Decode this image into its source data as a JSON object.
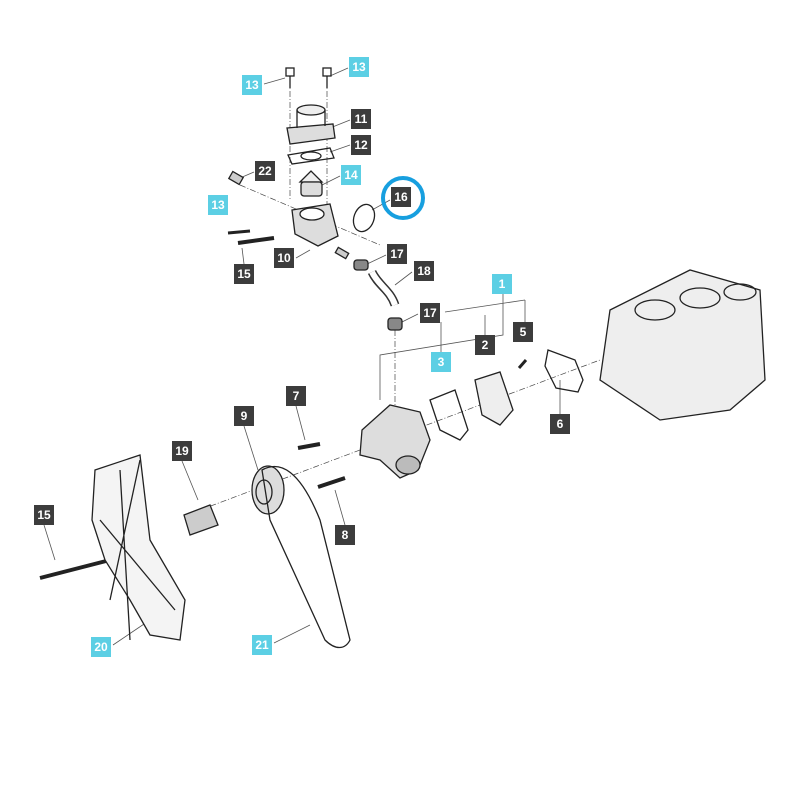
{
  "diagram": {
    "highlight_color": "#179fdf",
    "callout_colors": {
      "part": "#3c3c3c",
      "assembly": "#5ccfe4"
    },
    "highlighted_callout": "16",
    "callouts": [
      {
        "id": "c13a",
        "text": "13",
        "style": "assembly"
      },
      {
        "id": "c13b",
        "text": "13",
        "style": "assembly"
      },
      {
        "id": "c11",
        "text": "11",
        "style": "part"
      },
      {
        "id": "c12",
        "text": "12",
        "style": "part"
      },
      {
        "id": "c14",
        "text": "14",
        "style": "assembly"
      },
      {
        "id": "c22",
        "text": "22",
        "style": "part"
      },
      {
        "id": "c16",
        "text": "16",
        "style": "part"
      },
      {
        "id": "c13c",
        "text": "13",
        "style": "assembly"
      },
      {
        "id": "c10",
        "text": "10",
        "style": "part"
      },
      {
        "id": "c15a",
        "text": "15",
        "style": "part"
      },
      {
        "id": "c17a",
        "text": "17",
        "style": "part"
      },
      {
        "id": "c18",
        "text": "18",
        "style": "part"
      },
      {
        "id": "c17b",
        "text": "17",
        "style": "part"
      },
      {
        "id": "c1",
        "text": "1",
        "style": "assembly"
      },
      {
        "id": "c3",
        "text": "3",
        "style": "assembly"
      },
      {
        "id": "c2",
        "text": "2",
        "style": "part"
      },
      {
        "id": "c5",
        "text": "5",
        "style": "part"
      },
      {
        "id": "c6",
        "text": "6",
        "style": "part"
      },
      {
        "id": "c7",
        "text": "7",
        "style": "part"
      },
      {
        "id": "c9",
        "text": "9",
        "style": "part"
      },
      {
        "id": "c19",
        "text": "19",
        "style": "part"
      },
      {
        "id": "c15b",
        "text": "15",
        "style": "part"
      },
      {
        "id": "c8",
        "text": "8",
        "style": "part"
      },
      {
        "id": "c20",
        "text": "20",
        "style": "assembly"
      },
      {
        "id": "c21",
        "text": "21",
        "style": "assembly"
      }
    ]
  }
}
